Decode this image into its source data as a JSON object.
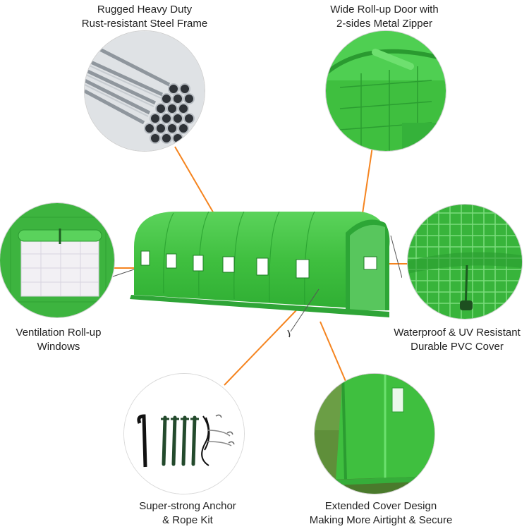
{
  "features": {
    "frame": {
      "line1": "Rugged Heavy Duty",
      "line2": "Rust-resistant Steel Frame"
    },
    "door": {
      "line1": "Wide Roll-up Door with",
      "line2": "2-sides Metal Zipper"
    },
    "window": {
      "line1": "Ventilation Roll-up",
      "line2": "Windows"
    },
    "cover": {
      "line1": "Waterproof & UV Resistant",
      "line2": "Durable PVC Cover"
    },
    "anchor": {
      "line1": "Super-strong Anchor",
      "line2": "& Rope Kit"
    },
    "extended": {
      "line1": "Extended Cover Design",
      "line2": "Making More Airtight & Secure"
    }
  },
  "colors": {
    "connector": "#f5841f",
    "cover_green": "#3fbf3f",
    "cover_dark": "#22972b",
    "steel": "#9aa0a6"
  }
}
